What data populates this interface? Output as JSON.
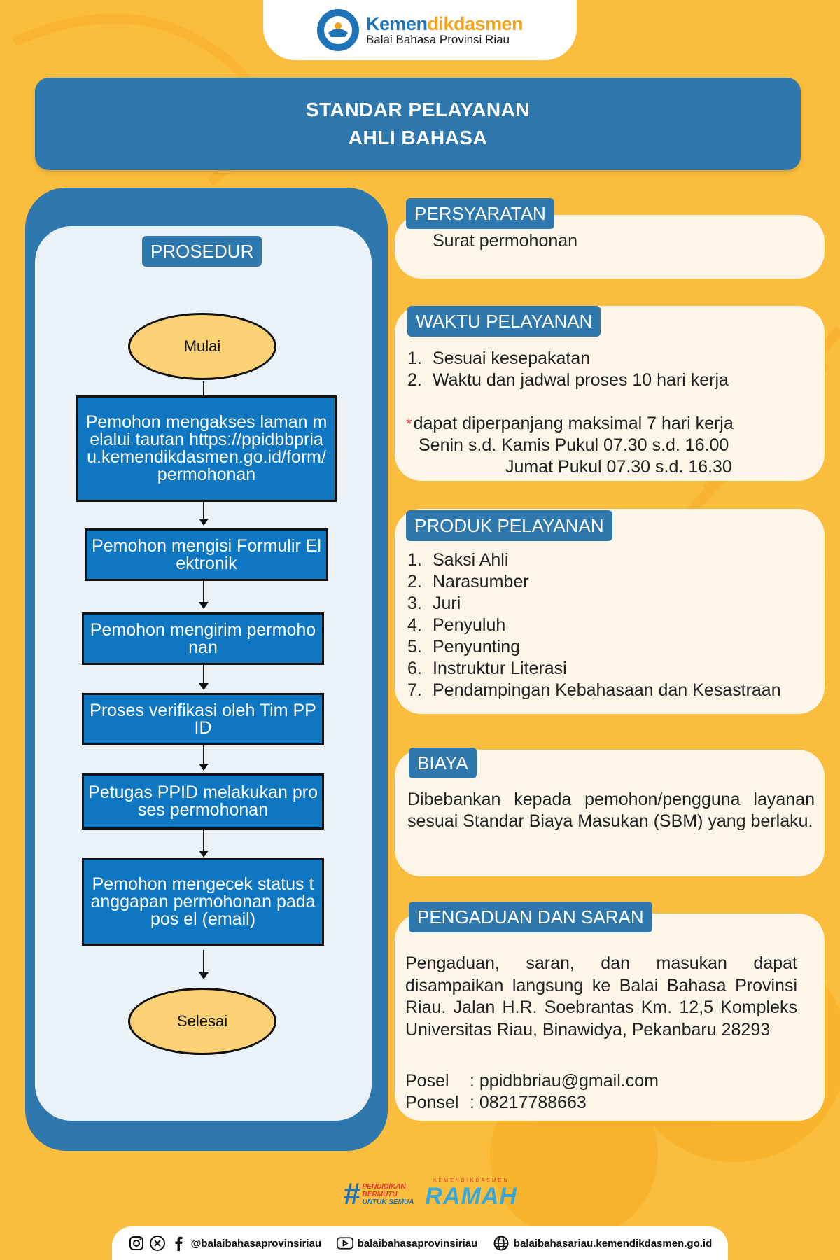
{
  "header": {
    "brand_part1": "Kemen",
    "brand_part2": "dikdasmen",
    "subtitle": "Balai Bahasa Provinsi Riau"
  },
  "title": {
    "line1": "STANDAR PELAYANAN",
    "line2": "AHLI BAHASA"
  },
  "procedure": {
    "label": "PROSEDUR",
    "start": "Mulai",
    "end": "Selesai",
    "steps": [
      "Pemohon mengakses laman melalui tautan https://ppidbbpriau.kemendikdasmen.go.id/form/permohonan",
      "Pemohon mengisi Formulir Elektronik",
      "Pemohon mengirim permohonan",
      "Proses verifikasi oleh Tim PPID",
      "Petugas PPID melakukan proses permohonan",
      "Pemohon mengecek status tanggapan permohonan pada pos el (email)"
    ]
  },
  "requirements": {
    "label": "PERSYARATAN",
    "text": "Surat permohonan"
  },
  "service_time": {
    "label": "WAKTU PELAYANAN",
    "items": [
      "Sesuai kesepakatan",
      "Waktu dan jadwal proses 10 hari kerja"
    ],
    "note_marker": "*",
    "note": "dapat diperpanjang maksimal 7 hari kerja",
    "schedule1": "Senin s.d. Kamis Pukul 07.30 s.d. 16.00",
    "schedule2": "Jumat Pukul 07.30 s.d. 16.30"
  },
  "products": {
    "label": "PRODUK PELAYANAN",
    "items": [
      "Saksi Ahli",
      "Narasumber",
      "Juri",
      "Penyuluh",
      "Penyunting",
      "Instruktur Literasi",
      "Pendampingan Kebahasaan dan Kesastraan"
    ]
  },
  "cost": {
    "label": "BIAYA",
    "text": "Dibebankan kepada pemohon/pengguna layanan sesuai Standar Biaya Masukan (SBM) yang berlaku."
  },
  "complaints": {
    "label": "PENGADUAN DAN SARAN",
    "text": "Pengaduan, saran, dan masukan dapat disampaikan langsung ke Balai Bahasa Provinsi Riau. Jalan H.R. Soebrantas Km. 12,5 Kompleks Universitas Riau, Binawidya, Pekanbaru 28293",
    "posel_label": "Posel",
    "posel_value": ": ppidbbriau@gmail.com",
    "ponsel_label": "Ponsel",
    "ponsel_value": ": 08217788663"
  },
  "footer": {
    "hashtag_line1": "PENDIDIKAN",
    "hashtag_line2": "BERMUTU",
    "hashtag_line3": "UNTUK SEMUA",
    "ramah_top": "KEMENDIKDASMEN",
    "ramah": "RAMAH",
    "social_handle": "@balaibahasaprovinsiriau",
    "youtube": "balaibahasaprovinsiriau",
    "website": "balaibahasariau.kemendikdasmen.go.id"
  },
  "colors": {
    "background": "#fbbd3e",
    "primary_blue": "#2f78ad",
    "step_blue": "#0f76c2",
    "oval_fill": "#fad175",
    "card_fill": "#fdf6e8"
  }
}
